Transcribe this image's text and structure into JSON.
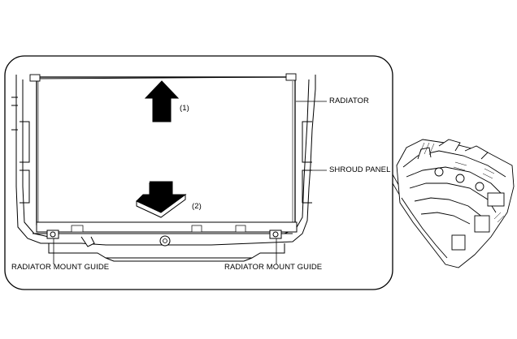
{
  "labels": {
    "radiator": "RADIATOR",
    "shroud_panel": "SHROUD PANEL",
    "mount_guide_left": "RADIATOR MOUNT GUIDE",
    "mount_guide_right": "RADIATOR MOUNT GUIDE",
    "step_1": "(1)",
    "step_2": "(2)"
  },
  "colors": {
    "line": "#000000",
    "arrow_fill": "#000000",
    "background": "#ffffff"
  },
  "icons": {
    "up_arrow": "arrow-up-icon",
    "down_arrow": "arrow-down-3d-icon"
  }
}
